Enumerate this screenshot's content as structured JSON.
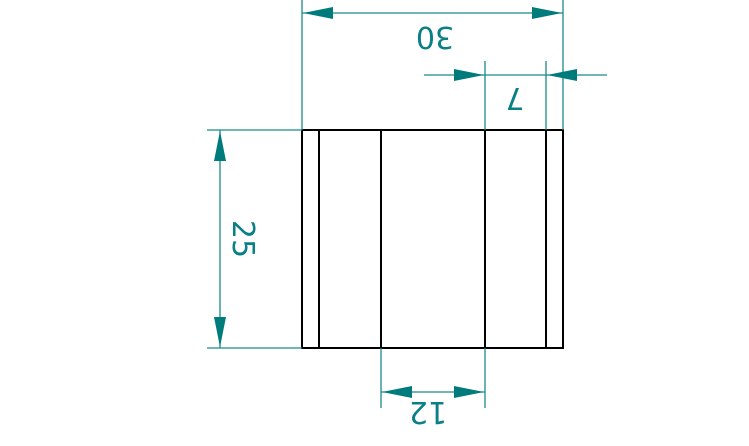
{
  "drawing": {
    "colors": {
      "part": "#000000",
      "dimension": "#007b7b"
    },
    "dimensions": {
      "overall_width": "30",
      "right_segment": "7",
      "height": "25",
      "middle_segment": "12"
    }
  }
}
